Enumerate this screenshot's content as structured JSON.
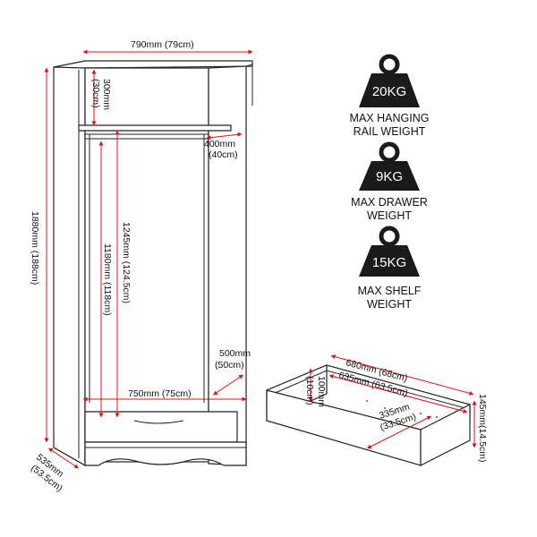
{
  "colors": {
    "dimension": "#d9141a",
    "outline": "#222222",
    "weight_badge": "#1a1a1a"
  },
  "dimensions": {
    "overall_width": "790mm (79cm)",
    "top_gap_mm": "300mm",
    "top_gap_cm": "(30cm)",
    "rail_depth_mm": "400mm",
    "rail_depth_cm": "(40cm)",
    "overall_height": "1880mm (188cm)",
    "hanging_height_1": "1245mm (124.5cm)",
    "hanging_height_2": "1180mm (118cm)",
    "inner_depth_mm": "500mm",
    "inner_depth_cm": "(50cm)",
    "inner_width": "750mm (75cm)",
    "overall_depth_mm": "535mm",
    "overall_depth_cm": "(53.5cm)",
    "drawer_width": "680mm (68cm)",
    "drawer_inner_width": "635mm (63.5cm)",
    "drawer_side_mm": "100mm",
    "drawer_side_cm": "(10cm)",
    "drawer_depth_mm": "335mm",
    "drawer_depth_cm": "(33.5cm)",
    "drawer_height": "145mm(14.5cm)"
  },
  "weights": [
    {
      "value": "20KG",
      "line1": "MAX HANGING",
      "line2": "RAIL WEIGHT",
      "icon": "weight-icon"
    },
    {
      "value": "9KG",
      "line1": "MAX DRAWER",
      "line2": "WEIGHT",
      "icon": "weight-icon"
    },
    {
      "value": "15KG",
      "line1": "MAX SHELF",
      "line2": "WEIGHT",
      "icon": "weight-icon"
    }
  ]
}
